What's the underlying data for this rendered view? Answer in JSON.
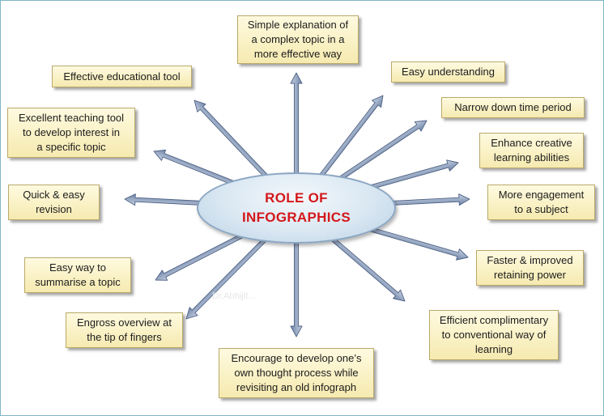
{
  "center_title": "ROLE OF\nINFOGRAPHICS",
  "watermark": "Dr.Abhijit...",
  "nodes": [
    {
      "id": "n1",
      "text": "Simple explanation of\na complex topic in a\nmore effective way"
    },
    {
      "id": "n2",
      "text": "Easy understanding"
    },
    {
      "id": "n3",
      "text": "Narrow down time period"
    },
    {
      "id": "n4",
      "text": "Enhance creative\nlearning abilities"
    },
    {
      "id": "n5",
      "text": "More engagement\nto a subject"
    },
    {
      "id": "n6",
      "text": "Faster & improved\nretaining power"
    },
    {
      "id": "n7",
      "text": "Efficient complimentary\nto conventional way of\nlearning"
    },
    {
      "id": "n8",
      "text": "Encourage to develop one’s\nown thought process while\nrevisiting an old infograph"
    },
    {
      "id": "n9",
      "text": "Engross overview at\nthe tip of fingers"
    },
    {
      "id": "n10",
      "text": "Easy way to\nsummarise a topic"
    },
    {
      "id": "n11",
      "text": "Quick & easy\nrevision"
    },
    {
      "id": "n12",
      "text": "Excellent teaching tool\nto develop interest in\na specific topic"
    },
    {
      "id": "n13",
      "text": "Effective educational tool"
    }
  ],
  "colors": {
    "title": "#d4181b",
    "box_fill": "#fbf3c8",
    "arrow": "#7f94b3"
  }
}
